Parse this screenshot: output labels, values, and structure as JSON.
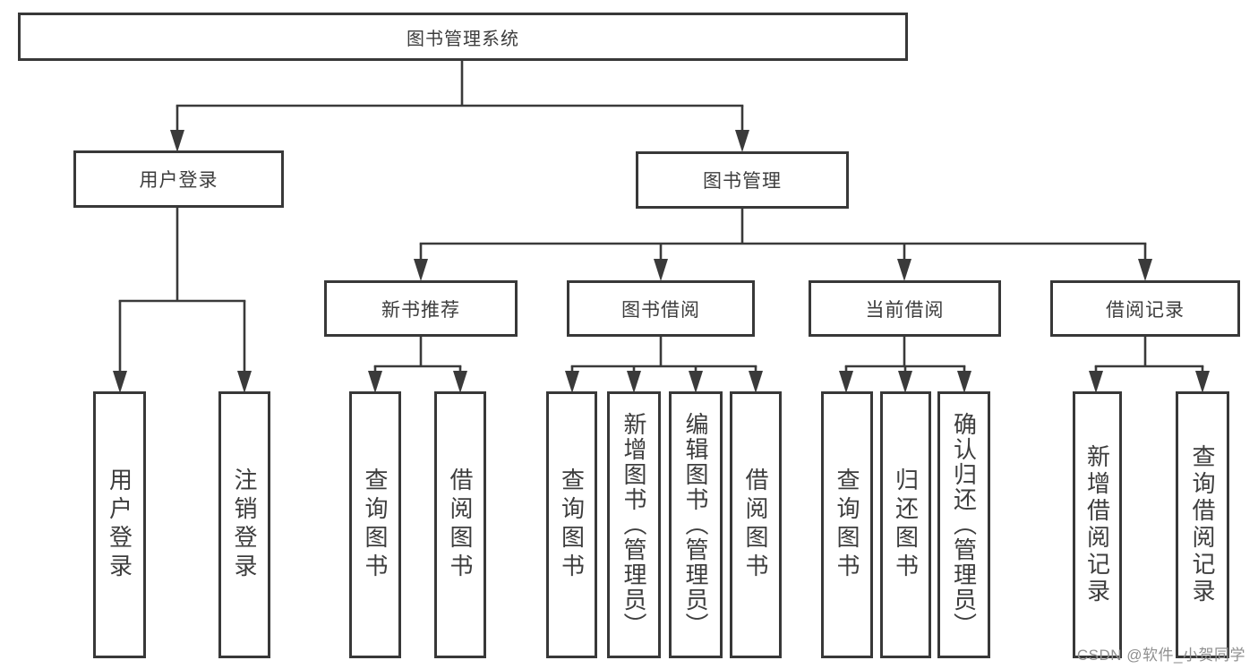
{
  "tree": {
    "root": {
      "label": "图书管理系统",
      "children": [
        {
          "label": "用户登录",
          "children": [
            {
              "label": "用户登录"
            },
            {
              "label": "注销登录"
            }
          ]
        },
        {
          "label": "图书管理",
          "children": [
            {
              "label": "新书推荐",
              "children": [
                {
                  "label": "查询图书"
                },
                {
                  "label": "借阅图书"
                }
              ]
            },
            {
              "label": "图书借阅",
              "children": [
                {
                  "label": "查询图书"
                },
                {
                  "label": "新增图书（管理员）"
                },
                {
                  "label": "编辑图书（管理员）"
                },
                {
                  "label": "借阅图书"
                }
              ]
            },
            {
              "label": "当前借阅",
              "children": [
                {
                  "label": "查询图书"
                },
                {
                  "label": "归还图书"
                },
                {
                  "label": "确认归还（管理员）"
                }
              ]
            },
            {
              "label": "借阅记录",
              "children": [
                {
                  "label": "新增借阅记录"
                },
                {
                  "label": "查询借阅记录"
                }
              ]
            }
          ]
        }
      ]
    },
    "watermark": "CSDN @软件_小贺同学",
    "colors": {
      "line": "#3a3a3a",
      "border": "#383838",
      "text": "#3d3d3d",
      "watermark": "#8f8f8f",
      "background": "#ffffff"
    }
  }
}
